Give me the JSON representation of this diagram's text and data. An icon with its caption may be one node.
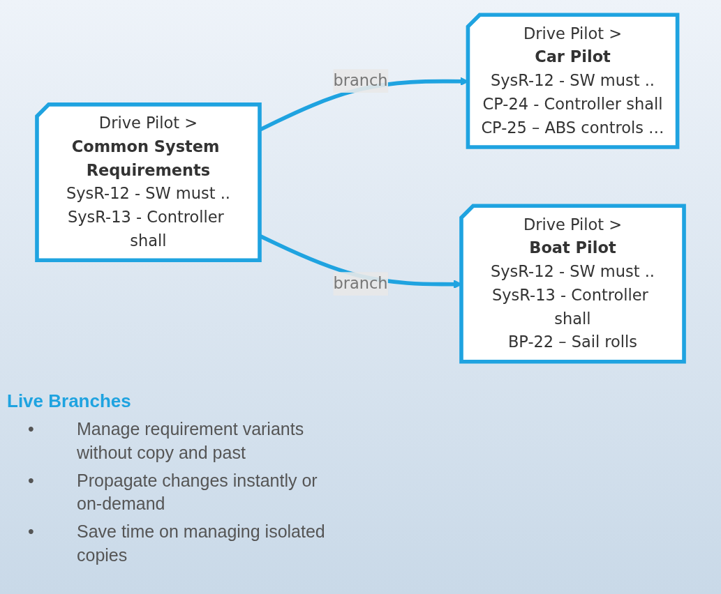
{
  "diagram": {
    "nodes": [
      {
        "text": [
          "Drive Pilot >",
          "Common System Requirements",
          "SysR-12 - SW must ..",
          "SysR-13 - Controller shall"
        ]
      },
      {
        "text": [
          "Drive Pilot >",
          "Car Pilot",
          "SysR-12 - SW must ..",
          "CP-24 - Controller shall",
          "CP-25 – ABS controls …"
        ]
      },
      {
        "text": [
          "Drive Pilot >",
          "Boat Pilot",
          "SysR-12 - SW must ..",
          "SysR-13 - Controller shall",
          "BP-22 – Sail rolls"
        ]
      }
    ],
    "edges": [
      {
        "from": 0,
        "to": 1,
        "arrow": "to",
        "label": "branch"
      },
      {
        "from": 0,
        "to": 2,
        "arrow": "to",
        "label": "branch"
      }
    ],
    "labels": [
      "Live Branches",
      "•",
      "Manage requirement variants without copy and past",
      "•",
      "Propagate changes instantly or on-demand",
      "•",
      "Save time on managing isolated copies"
    ]
  }
}
